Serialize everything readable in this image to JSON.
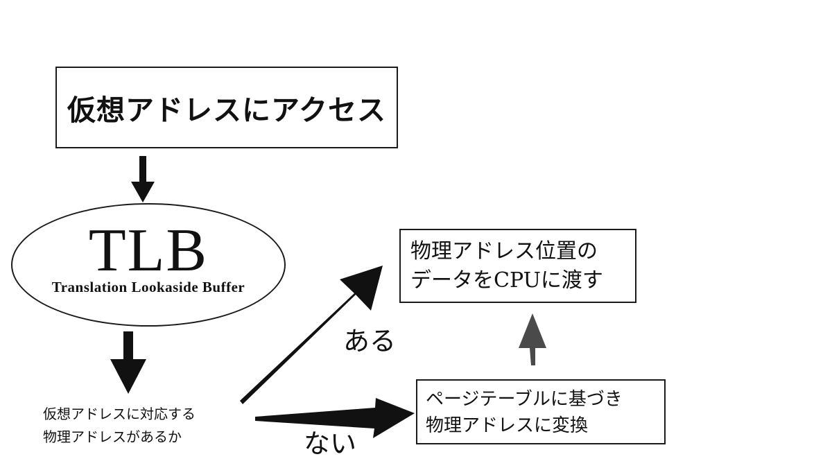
{
  "nodes": {
    "access": {
      "label": "仮想アドレスにアクセス"
    },
    "tlb": {
      "title": "TLB",
      "subtitle": "Translation Lookaside Buffer"
    },
    "question": {
      "lines": [
        "仮想アドレスに対応する",
        "物理アドレスがあるか"
      ]
    },
    "physical": {
      "lines": [
        "物理アドレス位置の",
        "データをCPUに渡す"
      ]
    },
    "pagetable": {
      "lines": [
        "ページテーブルに基づき",
        "物理アドレスに変換"
      ]
    }
  },
  "edges": {
    "yes_label": "ある",
    "no_label": "ない"
  },
  "colors": {
    "line": "#111111",
    "up_arrow": "#4a4a4a",
    "background": "#ffffff"
  }
}
